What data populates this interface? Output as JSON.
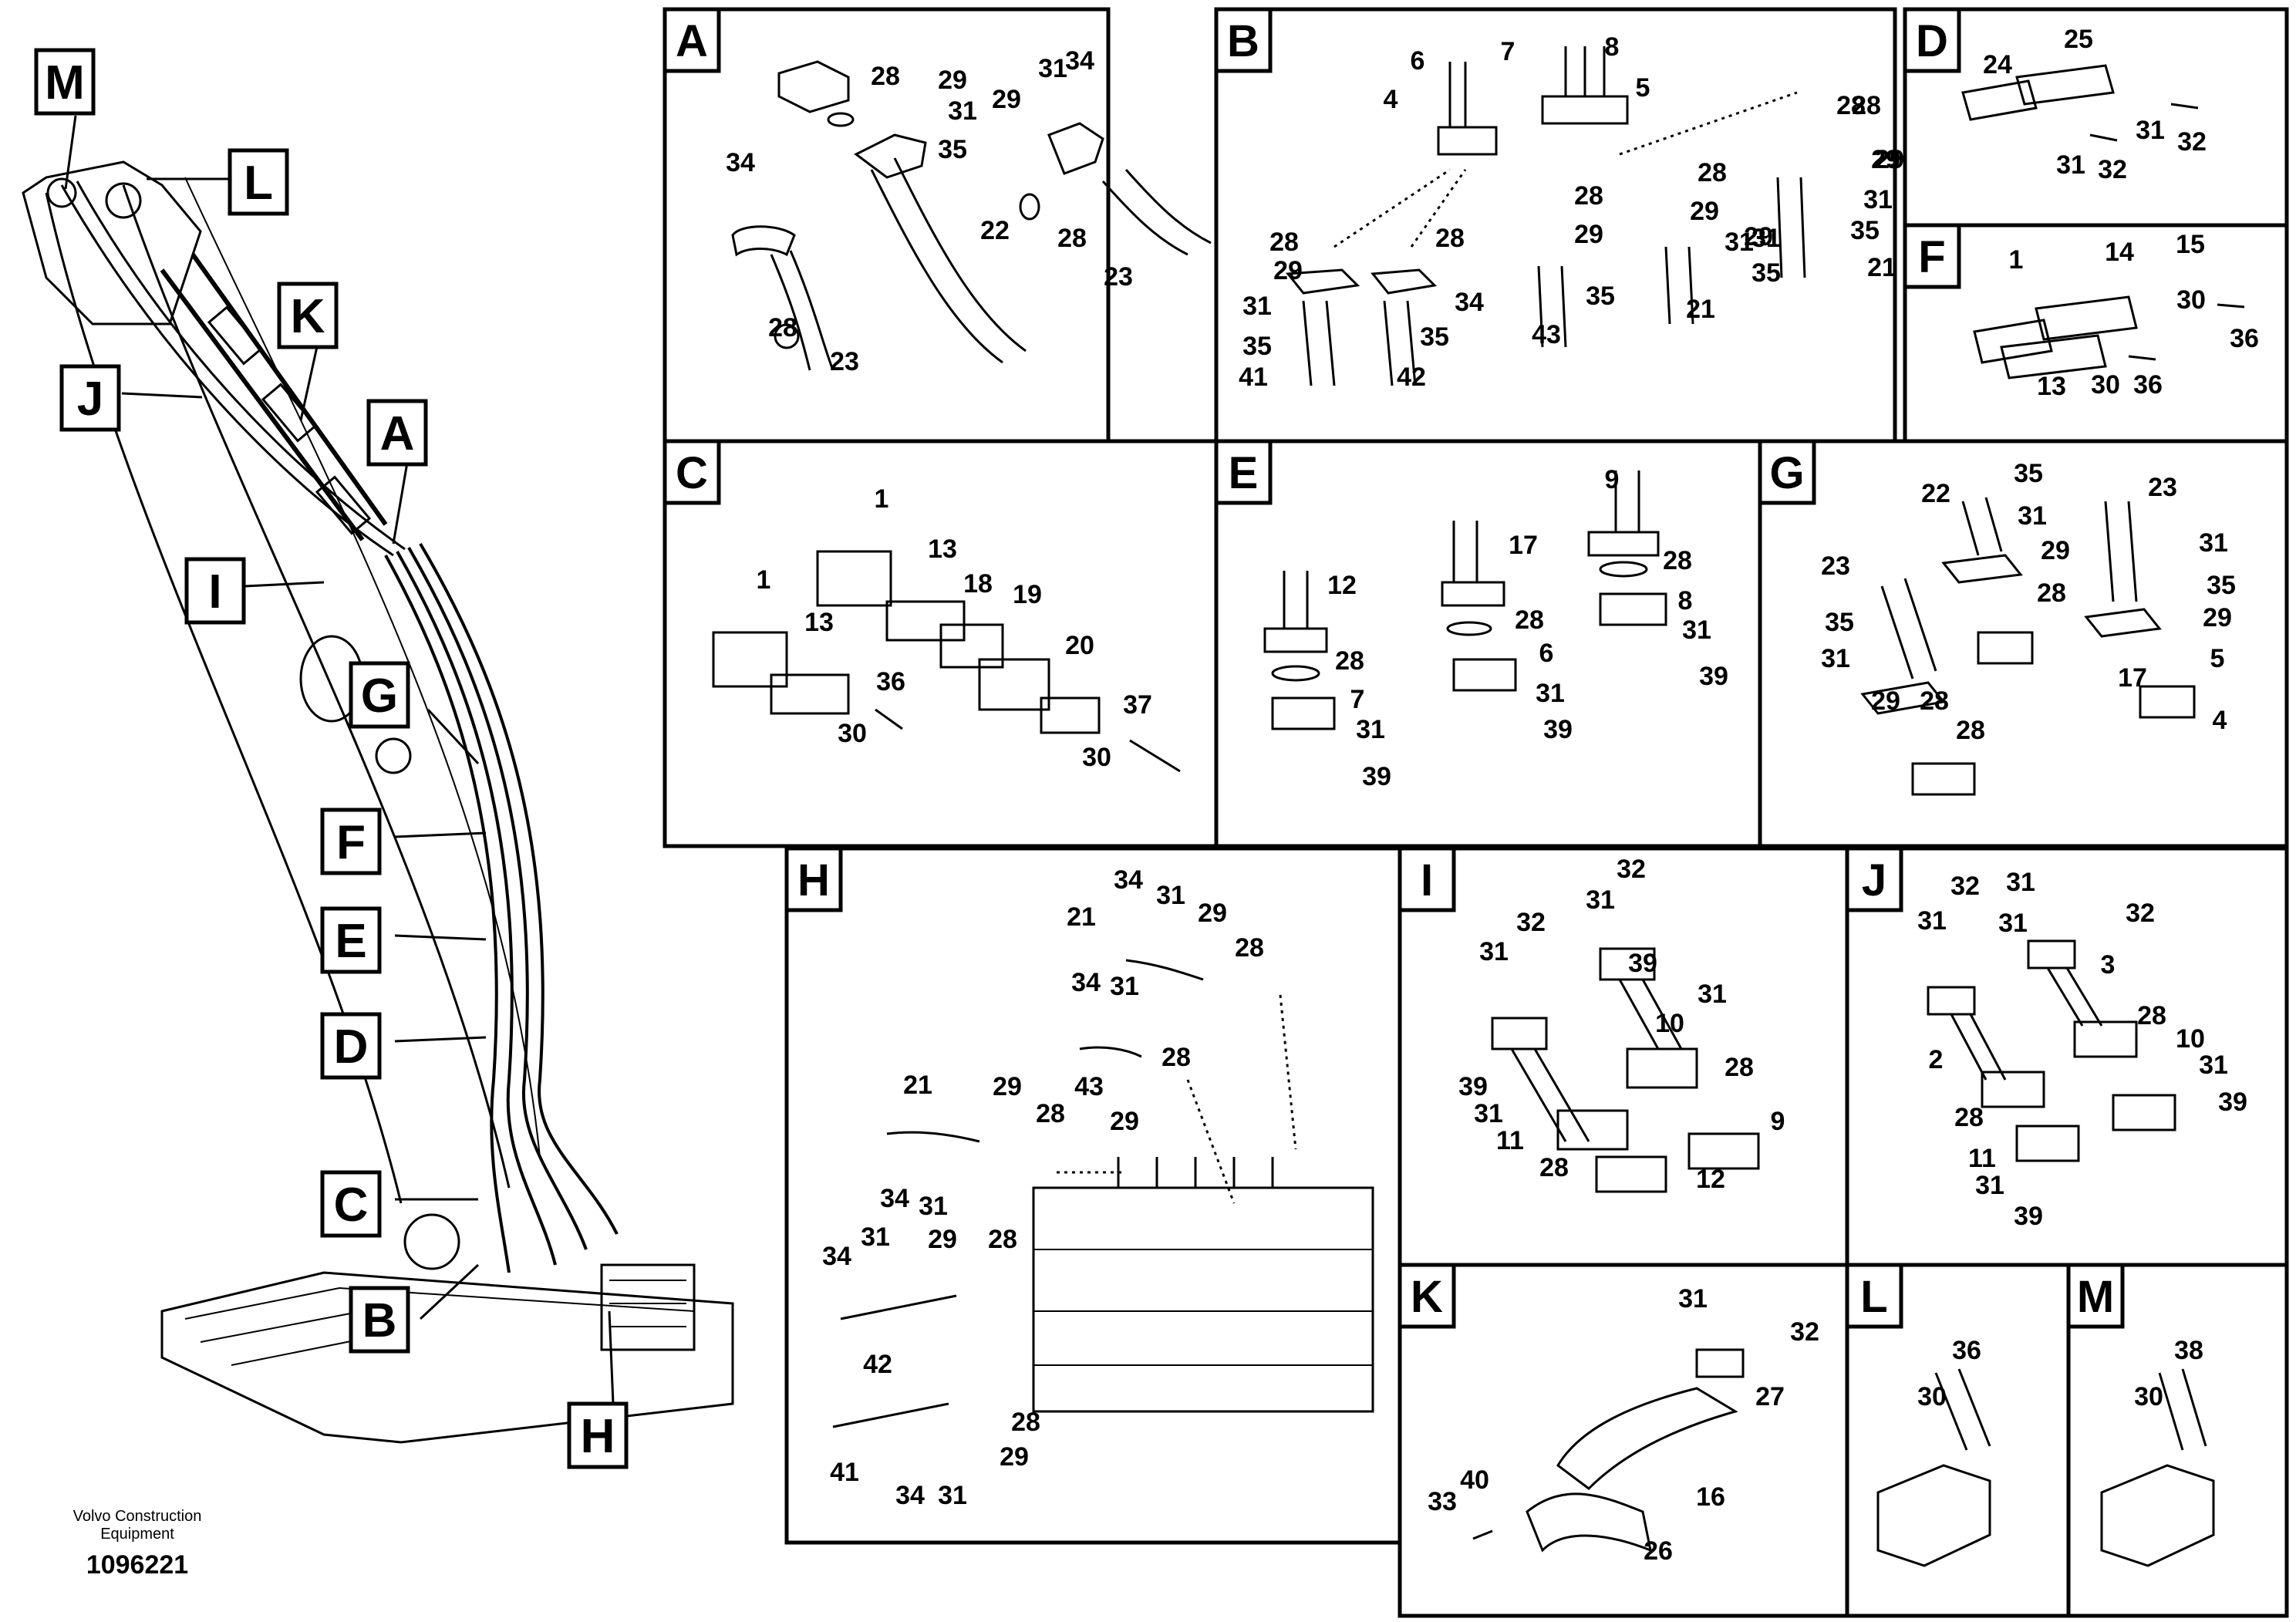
{
  "footer": {
    "company_line1": "Volvo Construction",
    "company_line2": "Equipment",
    "drawing_number": "1096221"
  },
  "overview_callouts": [
    "M",
    "L",
    "K",
    "J",
    "A",
    "I",
    "G",
    "F",
    "E",
    "D",
    "C",
    "B",
    "H"
  ],
  "panels": {
    "A": [
      "28",
      "29",
      "31",
      "34",
      "35",
      "22",
      "28",
      "23",
      "34",
      "31",
      "29",
      "28",
      "23"
    ],
    "B": [
      "6",
      "7",
      "8",
      "4",
      "5",
      "28",
      "28",
      "29",
      "28",
      "28",
      "28",
      "29",
      "29",
      "29",
      "31",
      "31",
      "35",
      "34",
      "35",
      "35",
      "41",
      "42",
      "43",
      "21",
      "28",
      "29",
      "31",
      "35",
      "21",
      "29",
      "31",
      "35"
    ],
    "C": [
      "1",
      "13",
      "1",
      "13",
      "18",
      "19",
      "20",
      "36",
      "30",
      "30",
      "37"
    ],
    "D": [
      "24",
      "25",
      "31",
      "32",
      "31",
      "32"
    ],
    "E": [
      "9",
      "12",
      "17",
      "28",
      "28",
      "28",
      "8",
      "7",
      "6",
      "31",
      "31",
      "31",
      "39",
      "39",
      "39"
    ],
    "F": [
      "1",
      "14",
      "15",
      "13",
      "30",
      "36",
      "30",
      "36"
    ],
    "G": [
      "22",
      "35",
      "23",
      "31",
      "29",
      "35",
      "23",
      "28",
      "31",
      "35",
      "29",
      "31",
      "17",
      "28",
      "29",
      "28",
      "5",
      "4"
    ],
    "H": [
      "34",
      "31",
      "29",
      "21",
      "28",
      "34",
      "31",
      "43",
      "28",
      "29",
      "21",
      "29",
      "28",
      "34",
      "31",
      "34",
      "31",
      "29",
      "28",
      "42",
      "28",
      "41",
      "34",
      "31",
      "29"
    ],
    "I": [
      "32",
      "31",
      "32",
      "31",
      "39",
      "31",
      "10",
      "39",
      "28",
      "31",
      "11",
      "28",
      "9",
      "12"
    ],
    "J": [
      "32",
      "31",
      "31",
      "32",
      "31",
      "3",
      "28",
      "2",
      "10",
      "31",
      "28",
      "39",
      "11",
      "31",
      "39"
    ],
    "K": [
      "31",
      "32",
      "27",
      "40",
      "33",
      "16",
      "26"
    ],
    "L": [
      "36",
      "30"
    ],
    "M": [
      "38",
      "30"
    ]
  }
}
